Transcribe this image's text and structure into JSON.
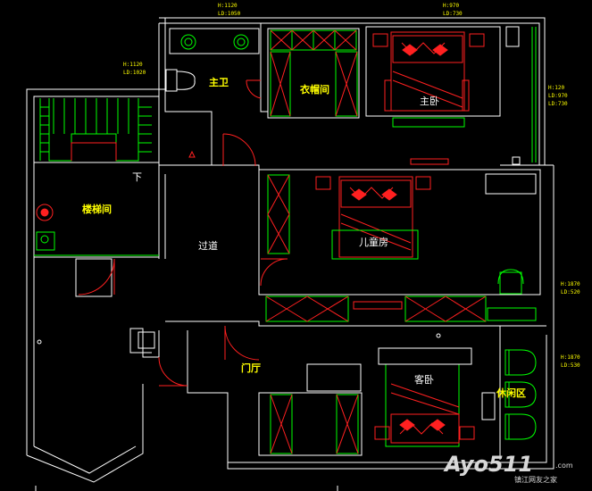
{
  "rooms": {
    "master_bath": "主卫",
    "walk_in_closet": "衣帽间",
    "master_bedroom": "主卧",
    "stairwell": "楼梯间",
    "stair_down": "下",
    "corridor": "过道",
    "kids_room": "儿童房",
    "foyer": "门厅",
    "guest_room": "客卧",
    "leisure_area": "休闲区"
  },
  "dimensions": {
    "top_left_h": "H:1120",
    "top_left_ld": "LD:1050",
    "top_right_h": "H:970",
    "top_right_ld": "LD:730",
    "left_h": "H:1120",
    "left_ld": "LD:1020",
    "right_top_h": "H:120",
    "right_top_ld": "LD:970",
    "right_top_ld2": "LD:730",
    "right_mid_h": "H:1870",
    "right_mid_ld": "LD:520",
    "right_bot_h": "H:1870",
    "right_bot_ld": "LD:530"
  },
  "watermark": {
    "main": "Ayo511",
    "sub": "镇江网友之家",
    "url": ".com"
  },
  "colors": {
    "background": "#000000",
    "wall": "#ffffff",
    "furniture": "#00ff00",
    "bed_linen": "#ff2020",
    "label": "#ffff00"
  }
}
